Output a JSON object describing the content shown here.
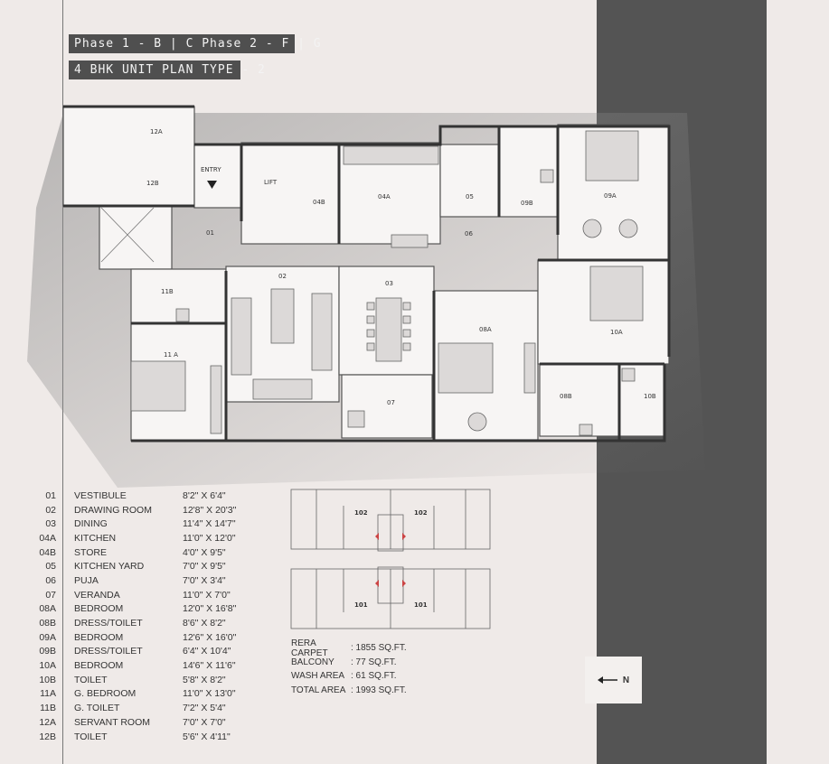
{
  "header": {
    "phases": "Phase 1 - B | C    Phase 2 - F | G",
    "plan_type": "4 BHK UNIT PLAN TYPE - 2"
  },
  "plan": {
    "entry_label": "ENTRY",
    "room_labels": {
      "r01": "01",
      "r02": "02",
      "r03": "03",
      "r04a": "04A",
      "r04b": "04B",
      "r05": "05",
      "r06": "06",
      "r07": "07",
      "r08a": "08A",
      "r08b": "08B",
      "r09a": "09A",
      "r09b": "09B",
      "r10a": "10A",
      "r10b": "10B",
      "r11a": "11 A",
      "r11b": "11B",
      "r12a": "12A",
      "r12b": "12B",
      "lift": "LIFT"
    }
  },
  "legend": [
    {
      "no": "01",
      "name": "VESTIBULE",
      "dim": "8'2\" X 6'4\""
    },
    {
      "no": "02",
      "name": "DRAWING ROOM",
      "dim": "12'8\" X 20'3\""
    },
    {
      "no": "03",
      "name": "DINING",
      "dim": "11'4\" X 14'7\""
    },
    {
      "no": "04A",
      "name": "KITCHEN",
      "dim": "11'0\" X 12'0\""
    },
    {
      "no": "04B",
      "name": "STORE",
      "dim": "4'0\" X 9'5\""
    },
    {
      "no": "05",
      "name": "KITCHEN YARD",
      "dim": "7'0\" X 9'5\""
    },
    {
      "no": "06",
      "name": "PUJA",
      "dim": "7'0\" X 3'4\""
    },
    {
      "no": "07",
      "name": "VERANDA",
      "dim": "11'0\" X 7'0\""
    },
    {
      "no": "08A",
      "name": "BEDROOM",
      "dim": "12'0\" X 16'8\""
    },
    {
      "no": "08B",
      "name": "DRESS/TOILET",
      "dim": "8'6\" X 8'2\""
    },
    {
      "no": "09A",
      "name": "BEDROOM",
      "dim": "12'6\" X 16'0\""
    },
    {
      "no": "09B",
      "name": "DRESS/TOILET",
      "dim": "6'4\" X 10'4\""
    },
    {
      "no": "10A",
      "name": "BEDROOM",
      "dim": "14'6\" X 11'6\""
    },
    {
      "no": "10B",
      "name": "TOILET",
      "dim": "5'8\" X 8'2\""
    },
    {
      "no": "11A",
      "name": "G. BEDROOM",
      "dim": "11'0\" X 13'0\""
    },
    {
      "no": "11B",
      "name": "G. TOILET",
      "dim": "7'2\" X 5'4\""
    },
    {
      "no": "12A",
      "name": "SERVANT ROOM",
      "dim": "7'0\" X 7'0\""
    },
    {
      "no": "12B",
      "name": "TOILET",
      "dim": "5'6\" X 4'11\""
    }
  ],
  "key_plan": {
    "units": {
      "u102a": "102",
      "u102b": "102",
      "u101a": "101",
      "u101b": "101"
    }
  },
  "areas": [
    {
      "label": "RERA CARPET",
      "value": ": 1855 SQ.FT."
    },
    {
      "label": "BALCONY",
      "value": ": 77 SQ.FT."
    },
    {
      "label": "WASH AREA",
      "value": ": 61 SQ.FT."
    },
    {
      "label": "TOTAL AREA",
      "value": ": 1993 SQ.FT."
    }
  ],
  "north": {
    "label": "N"
  },
  "colors": {
    "band": "#545454",
    "header_bg": "#4f4f4f",
    "background": "#efeae8"
  }
}
